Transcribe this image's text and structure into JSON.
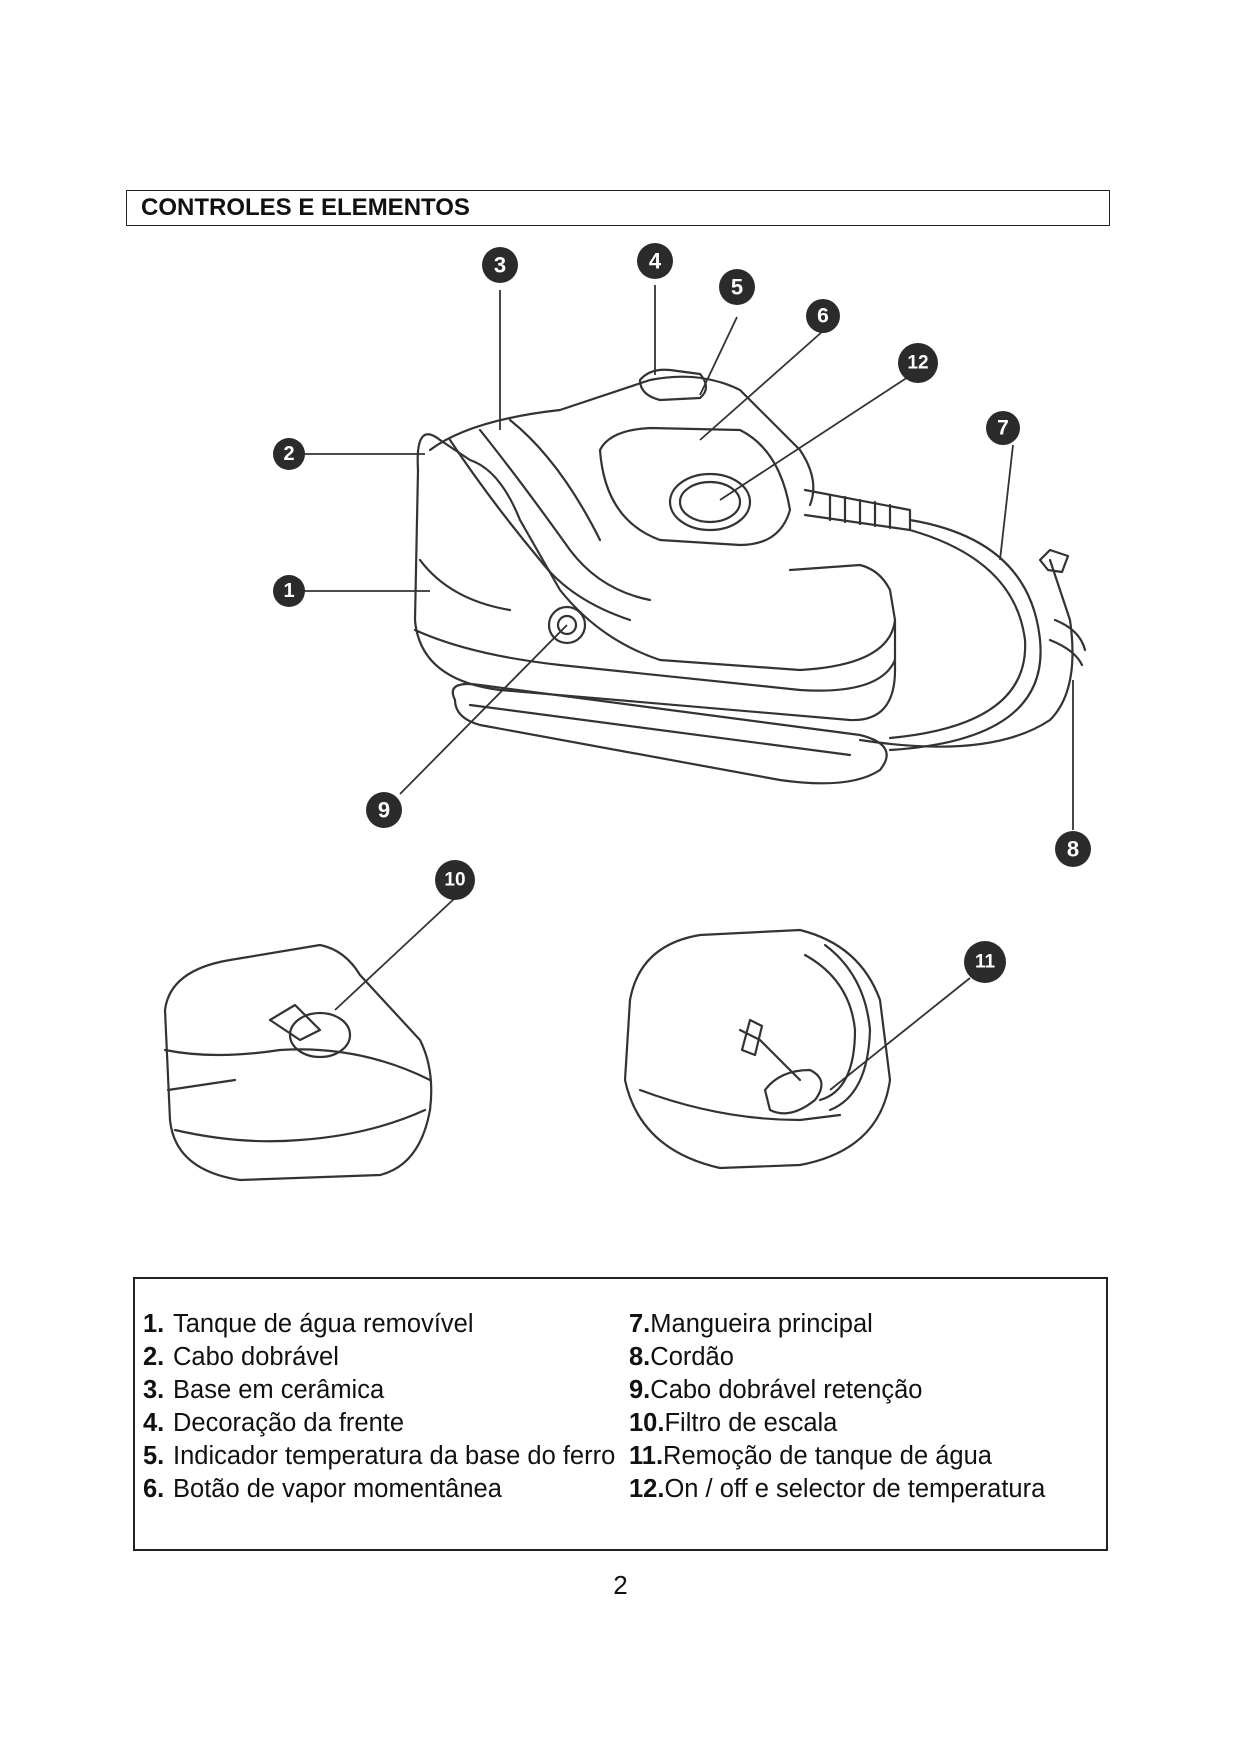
{
  "section": {
    "title": "CONTROLES E ELEMENTOS"
  },
  "callouts": [
    "1",
    "2",
    "3",
    "4",
    "5",
    "6",
    "7",
    "8",
    "9",
    "10",
    "11",
    "12"
  ],
  "legend": {
    "left": [
      {
        "num": "1.",
        "text": "Tanque de água removível"
      },
      {
        "num": "2.",
        "text": "Cabo dobrável"
      },
      {
        "num": "3.",
        "text": "Base em cerâmica"
      },
      {
        "num": "4.",
        "text": "Decoração da frente"
      },
      {
        "num": "5.",
        "text": "Indicador temperatura da base do ferro"
      },
      {
        "num": "6.",
        "text": "Botão de vapor momentânea"
      }
    ],
    "right": [
      {
        "num": "7.",
        "text": "Mangueira principal"
      },
      {
        "num": "8.",
        "text": "Cordão"
      },
      {
        "num": "9.",
        "text": "Cabo dobrável retenção"
      },
      {
        "num": "10.",
        "text": "Filtro de escala"
      },
      {
        "num": "11.",
        "text": "Remoção de tanque de água"
      },
      {
        "num": "12.",
        "text": "On / off e selector de temperatura"
      }
    ]
  },
  "page": {
    "number": "2"
  }
}
